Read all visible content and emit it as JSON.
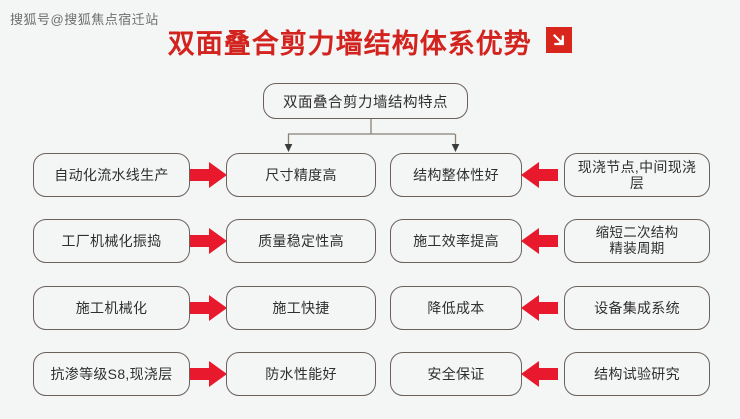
{
  "watermark": {
    "text": "搜狐号@搜狐焦点宿迁站"
  },
  "title": {
    "text": "双面叠合剪力墙结构体系优势",
    "badge_icon": "arrow-down-right-icon",
    "color": "#d3231f",
    "badge_color": "#d9261c"
  },
  "diagram": {
    "type": "flowchart",
    "background_color": "#f4f6f5",
    "box_border_color": "#6b605c",
    "arrow_color": "#e8192c",
    "root": {
      "label": "双面叠合剪力墙结构特点"
    },
    "columns": [
      {
        "name": "left-cause",
        "direction": "source"
      },
      {
        "name": "left-effect",
        "direction": "target"
      },
      {
        "name": "right-effect",
        "direction": "target"
      },
      {
        "name": "right-cause",
        "direction": "source"
      }
    ],
    "rows": [
      {
        "left_cause": "自动化流水线生产",
        "left_arrow": "arrow-right-icon",
        "left_effect": "尺寸精度高",
        "right_effect": "结构整体性好",
        "right_arrow": "arrow-left-icon",
        "right_cause": "现浇节点,中间现浇层"
      },
      {
        "left_cause": "工厂机械化振捣",
        "left_arrow": "arrow-right-icon",
        "left_effect": "质量稳定性高",
        "right_effect": "施工效率提高",
        "right_arrow": "arrow-left-icon",
        "right_cause": "缩短二次结构\n精装周期"
      },
      {
        "left_cause": "施工机械化",
        "left_arrow": "arrow-right-icon",
        "left_effect": "施工快捷",
        "right_effect": "降低成本",
        "right_arrow": "arrow-left-icon",
        "right_cause": "设备集成系统"
      },
      {
        "left_cause": "抗渗等级S8,现浇层",
        "left_arrow": "arrow-right-icon",
        "left_effect": "防水性能好",
        "right_effect": "安全保证",
        "right_arrow": "arrow-left-icon",
        "right_cause": "结构试验研究"
      }
    ]
  }
}
